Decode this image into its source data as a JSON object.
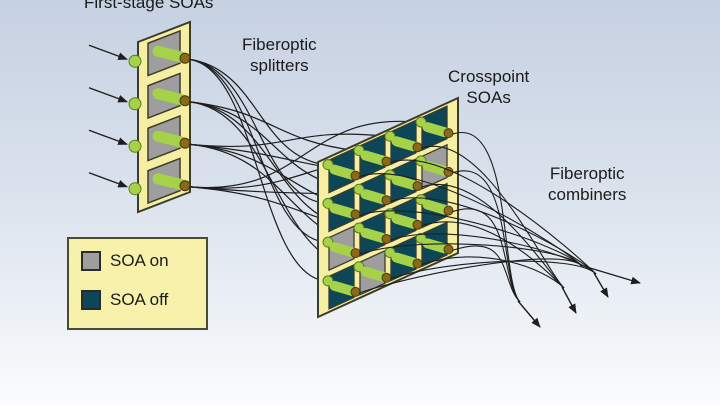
{
  "labels": {
    "first_stage": "First-stage SOAs",
    "splitters": [
      "Fiberoptic",
      "splitters"
    ],
    "crosspoint": [
      "Crosspoint",
      "SOAs"
    ],
    "combiners": [
      "Fiberoptic",
      "combiners"
    ]
  },
  "legend": {
    "on": "SOA on",
    "off": "SOA off"
  },
  "colors": {
    "frame": "#f5eea3",
    "frame_edge": "#3c3c2a",
    "soa_on": "#9e9e9e",
    "soa_off": "#0d4656",
    "connector": "#a6d24a",
    "connector_tip": "#8a6a1a",
    "fiber": "#1e1e1e"
  },
  "matrix": {
    "rows": 4,
    "cols": 4,
    "states": [
      [
        "off",
        "off",
        "off",
        "off"
      ],
      [
        "off",
        "off",
        "off",
        "on"
      ],
      [
        "on",
        "off",
        "off",
        "off"
      ],
      [
        "off",
        "on",
        "off",
        "off"
      ]
    ]
  },
  "first_stage_count": 4
}
